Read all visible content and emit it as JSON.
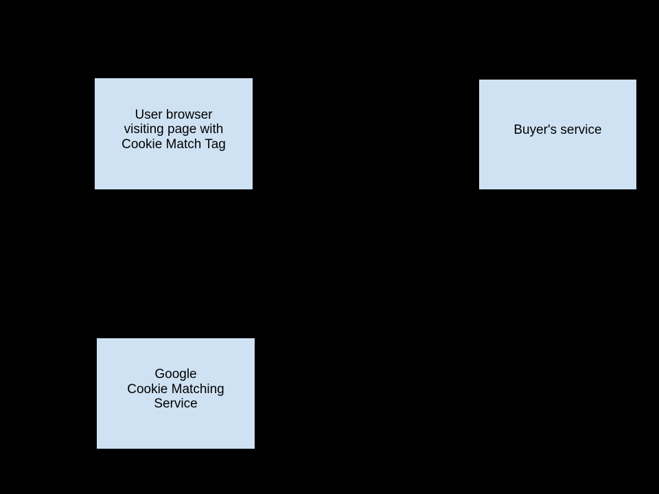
{
  "diagram": {
    "colors": {
      "background": "#000000",
      "node_fill": "#cfe2f3",
      "node_border": "#000000",
      "node_text": "#000000"
    },
    "nodes": [
      {
        "id": "user-browser",
        "lines": [
          "User browser",
          "visiting page with",
          "Cookie Match Tag"
        ]
      },
      {
        "id": "buyers-service",
        "lines": [
          "Buyer's service"
        ]
      },
      {
        "id": "google-cookie-matching-service",
        "lines": [
          "Google",
          "Cookie Matching",
          "Service"
        ]
      }
    ]
  }
}
